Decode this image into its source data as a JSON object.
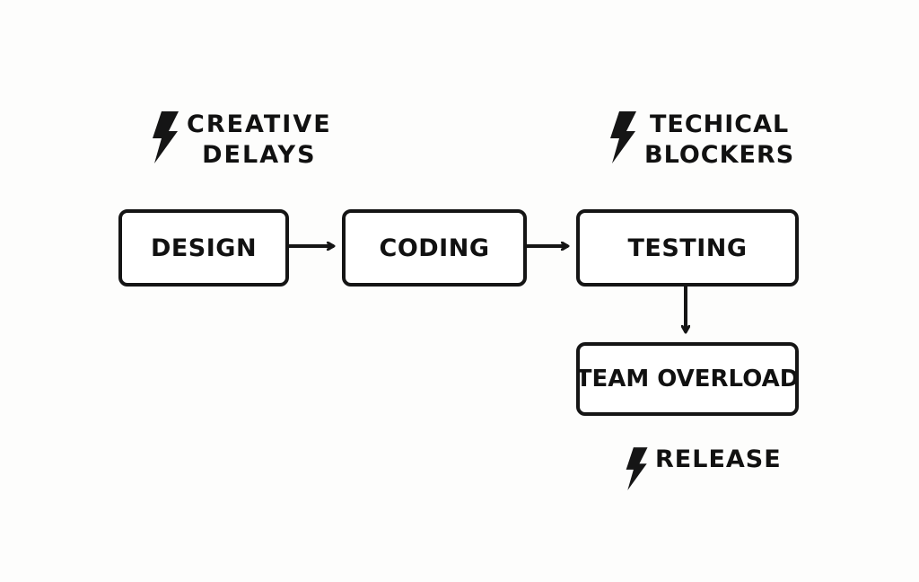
{
  "diagram": {
    "nodes": [
      {
        "id": "design",
        "label": "DESIGN"
      },
      {
        "id": "coding",
        "label": "CODING"
      },
      {
        "id": "testing",
        "label": "TESTING"
      },
      {
        "id": "team_overload",
        "label": "TEAM OVERLOAD"
      }
    ],
    "edges": [
      {
        "from": "design",
        "to": "coding"
      },
      {
        "from": "coding",
        "to": "testing"
      },
      {
        "from": "testing",
        "to": "team_overload"
      }
    ],
    "annotations": [
      {
        "id": "creative_delays",
        "icon": "lightning-bolt-icon",
        "label": "CREATIVE\nDELAYS"
      },
      {
        "id": "technical_blockers",
        "icon": "lightning-bolt-icon",
        "label": "TECHICAL\nBLOCKERS"
      },
      {
        "id": "release",
        "icon": "lightning-bolt-icon",
        "label": "RELEASE"
      }
    ],
    "colors": {
      "stroke": "#151515",
      "background": "#fdfdfc",
      "box_fill": "#ffffff"
    }
  }
}
